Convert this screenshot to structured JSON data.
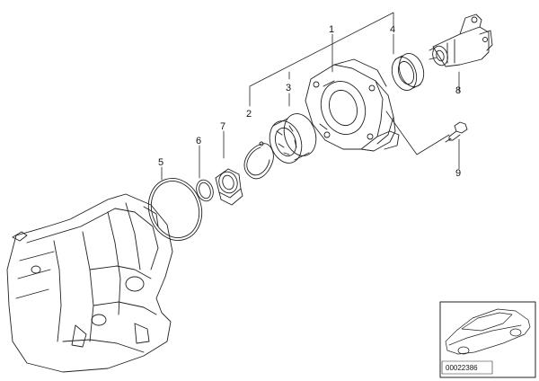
{
  "callouts": {
    "c1": "1",
    "c2": "2",
    "c3": "3",
    "c4": "4",
    "c5": "5",
    "c6": "6",
    "c7": "7",
    "c8": "8",
    "c9": "9"
  },
  "thumbnail": {
    "ref_code": "00022386"
  },
  "colors": {
    "line": "#222222",
    "background": "#ffffff"
  }
}
